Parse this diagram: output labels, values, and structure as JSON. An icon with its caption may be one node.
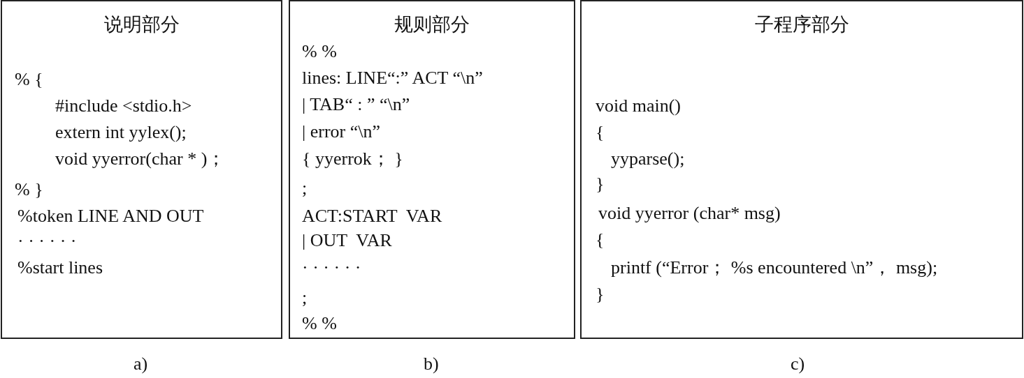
{
  "diagram": {
    "nodes": [
      {
        "text": [
          "说明部分",
          "% {",
          "#include <stdio.h>",
          "extern int yylex();",
          "void yyerror(char * )；",
          "% }",
          "%token LINE AND OUT",
          "· · · · · ·",
          "%start lines"
        ],
        "beside": [
          "a)"
        ]
      },
      {
        "text": [
          "规则部分",
          "% %",
          "lines: LINE“:” ACT “\\n”",
          "| TAB“ : ” “\\n”",
          "| error “\\n”",
          "{ yyerrok； }",
          ";",
          "ACT:START  VAR",
          "| OUT  VAR",
          "· · · · · ·",
          ";",
          "% %"
        ],
        "beside": [
          "b)"
        ]
      },
      {
        "text": [
          "子程序部分",
          "void main()",
          "{",
          "yyparse();",
          "}",
          "void yyerror (char* msg)",
          "{",
          "printf (“Error； %s encountered \\n”， msg);",
          "}"
        ],
        "beside": [
          "c)"
        ]
      }
    ]
  }
}
